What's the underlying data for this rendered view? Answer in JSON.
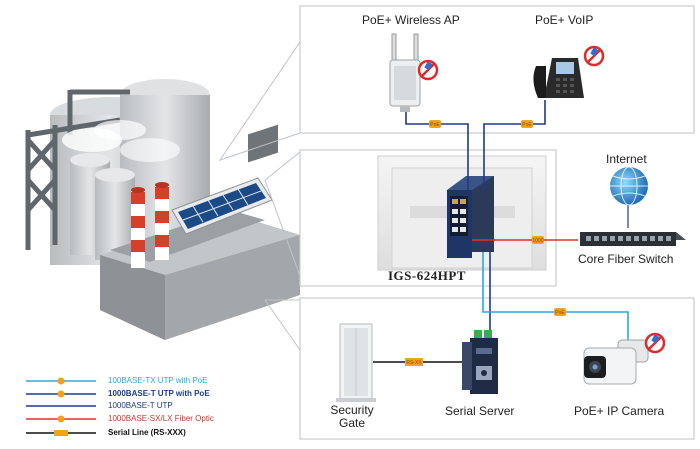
{
  "devices": {
    "ap_label": "PoE+ Wireless AP",
    "voip_label": "PoE+ VoIP",
    "internet_label": "Internet",
    "core_switch_label": "Core Fiber Switch",
    "main_switch_label": "IGS-624HPT",
    "gate_label": "Security\nGate",
    "serial_label": "Serial Server",
    "camera_label": "PoE+ IP Camera"
  },
  "connectors": {
    "poe": "PoE",
    "fiber": "1000",
    "rs": "RS-XX"
  },
  "legend": [
    {
      "text": "100BASE-TX UTP with PoE",
      "color": "#29a8e0"
    },
    {
      "text": "1000BASE-T UTP with PoE",
      "color": "#1d3b8c"
    },
    {
      "text": "1000BASE-T UTP",
      "color": "#1d3b8c"
    },
    {
      "text": "1000BASE-SX/LX Fiber Optic",
      "color": "#c0392b"
    },
    {
      "text": "Serial Line (RS-XXX)",
      "color": "#111111"
    }
  ],
  "colors": {
    "tx_poe": "#29a8e0",
    "utp": "#1d3b8c",
    "fiber": "#e03030",
    "serial": "#111111",
    "badge": "#f2a31b"
  }
}
